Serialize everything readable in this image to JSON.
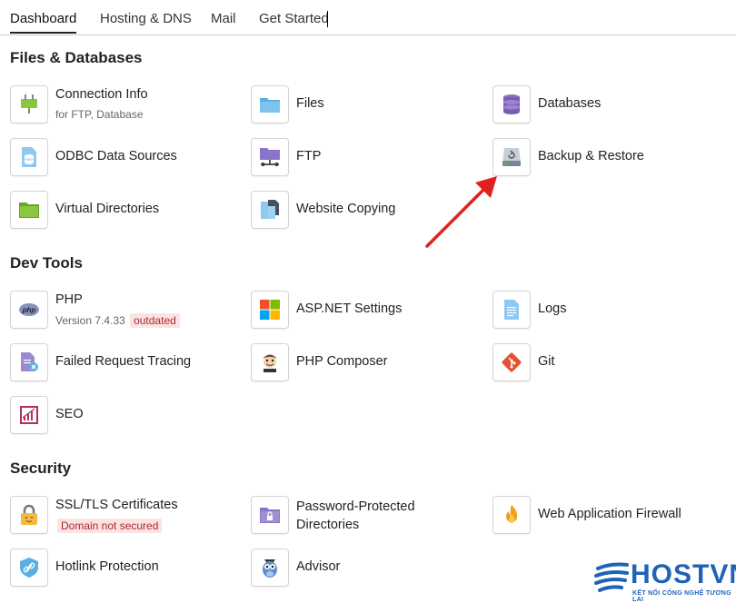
{
  "tabs": [
    "Dashboard",
    "Hosting & DNS",
    "Mail",
    "Get Started"
  ],
  "sections": {
    "files": "Files & Databases",
    "dev": "Dev Tools",
    "security": "Security"
  },
  "items": {
    "connection_info": {
      "label": "Connection Info",
      "sub": "for FTP, Database"
    },
    "files": {
      "label": "Files"
    },
    "databases": {
      "label": "Databases"
    },
    "odbc": {
      "label": "ODBC Data Sources"
    },
    "ftp": {
      "label": "FTP"
    },
    "backup": {
      "label": "Backup & Restore"
    },
    "virtual_dirs": {
      "label": "Virtual Directories"
    },
    "website_copying": {
      "label": "Website Copying"
    },
    "php": {
      "label": "PHP",
      "sub": "Version 7.4.33",
      "badge": "outdated"
    },
    "aspnet": {
      "label": "ASP.NET Settings"
    },
    "logs": {
      "label": "Logs"
    },
    "failed_request": {
      "label": "Failed Request Tracing"
    },
    "php_composer": {
      "label": "PHP Composer"
    },
    "git": {
      "label": "Git"
    },
    "seo": {
      "label": "SEO"
    },
    "ssl": {
      "label": "SSL/TLS Certificates",
      "badge": "Domain not secured"
    },
    "password_dirs": {
      "label_line1": "Password-Protected",
      "label_line2": "Directories"
    },
    "waf": {
      "label": "Web Application Firewall"
    },
    "hotlink": {
      "label": "Hotlink Protection"
    },
    "advisor": {
      "label": "Advisor"
    }
  },
  "logo": {
    "text": "HOSTVN",
    "tagline": "KẾT NỐI CÔNG NGHỆ TƯƠNG LAI"
  },
  "colors": {
    "arrow": "#e02020",
    "logo": "#1f63b8",
    "badge_bg": "#fbe3e4",
    "badge_text": "#b0262d"
  }
}
